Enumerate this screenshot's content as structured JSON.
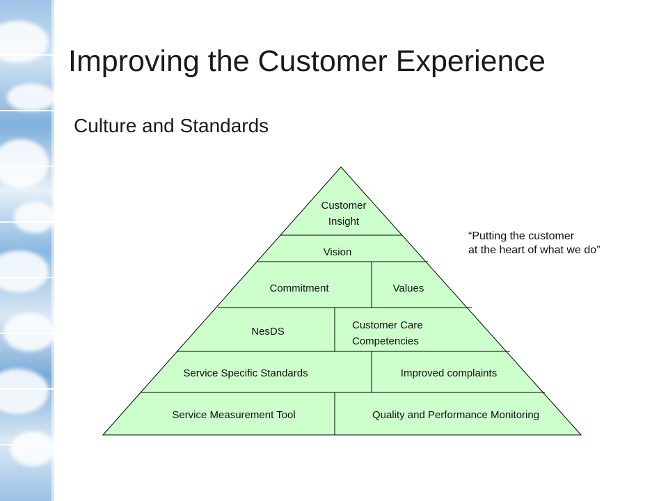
{
  "slide": {
    "title": "Improving the Customer Experience",
    "subtitle": "Culture and Standards"
  },
  "pyramid": {
    "fill_color": "#ccffcc",
    "line_color": "#000000",
    "tiers": {
      "top": [
        "Customer",
        "Insight"
      ],
      "vision": "Vision",
      "commitment": "Commitment",
      "values": "Values",
      "nesds": "NesDS",
      "customer_care": [
        "Customer Care",
        "Competencies"
      ],
      "service_specific": "Service Specific Standards",
      "improved_complaints": "Improved complaints",
      "service_measurement": "Service Measurement Tool",
      "quality_performance": "Quality and Performance Monitoring"
    }
  },
  "quote": {
    "line1": "“Putting the customer",
    "line2": "at the heart of what we do”"
  }
}
